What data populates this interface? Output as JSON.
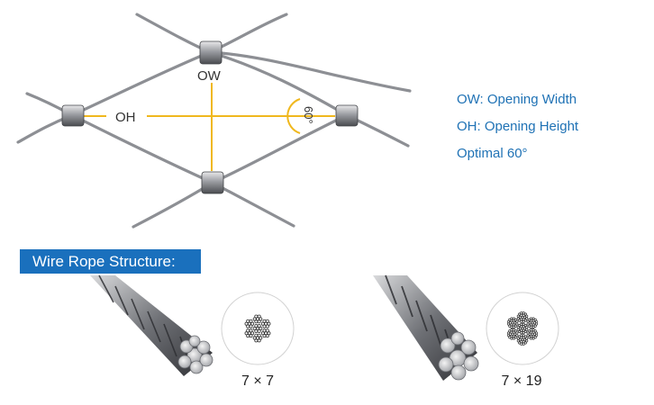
{
  "mesh": {
    "ow_label": "OW",
    "oh_label": "OH",
    "angle_label": "60°"
  },
  "legend": {
    "ow": "OW: Opening Width",
    "oh": "OH: Opening Height",
    "optimal": "Optimal 60°"
  },
  "structure": {
    "banner": "Wire Rope Structure:",
    "rope_a_label": "7 × 7",
    "rope_b_label": "7 × 19"
  },
  "colors": {
    "accent_blue": "#1a70bd",
    "legend_text": "#1f72b5",
    "measure_lines": "#f0b81e",
    "wire": "#8d8f94",
    "ferrule": "#a9aaae"
  }
}
